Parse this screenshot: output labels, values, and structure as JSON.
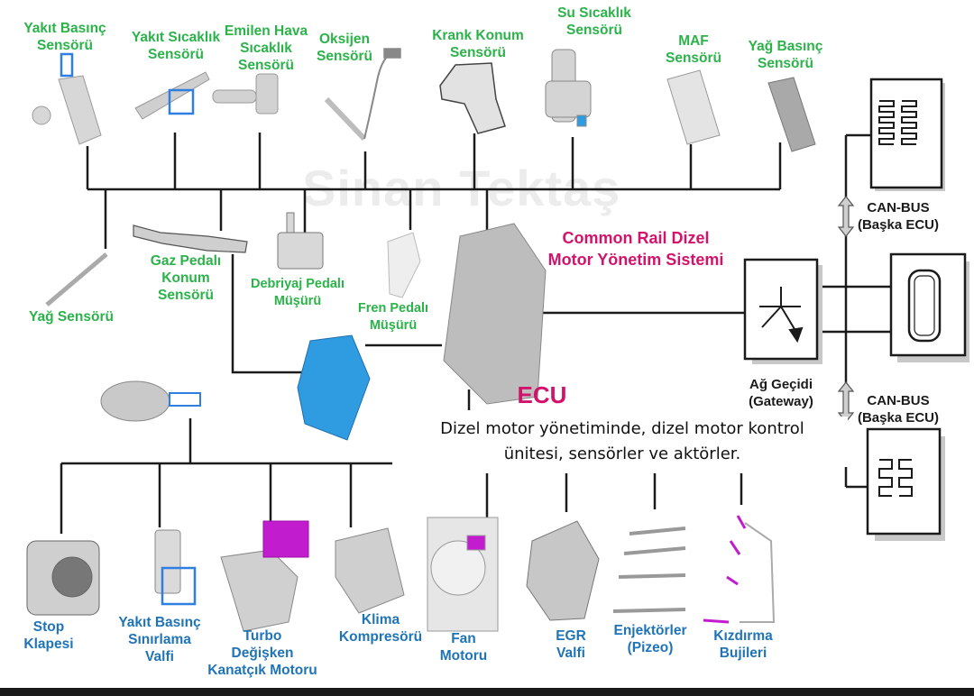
{
  "diagram": {
    "title": "Common Rail Dizel\nMotor Yönetim Sistemi",
    "watermark": "Sinan Tektaş",
    "ecu_label": "ECU",
    "caption": "Dizel motor yönetiminde, dizel motor kontrol\nünitesi, sensörler ve aktörler.",
    "colors": {
      "sensor_text": "#2bb34a",
      "actuator_text": "#1f74b8",
      "title_text": "#d3136b",
      "highlight_blue": "#2f9be0",
      "highlight_magenta": "#c21ccf",
      "wire": "#1b1b1b"
    },
    "sensors_top": [
      {
        "label": "Yakıt Basınç\nSensörü"
      },
      {
        "label": "Yakıt Sıcaklık\nSensörü"
      },
      {
        "label": "Emilen Hava\nSıcaklık\nSensörü"
      },
      {
        "label": "Oksijen\nSensörü"
      },
      {
        "label": "Krank Konum\nSensörü"
      },
      {
        "label": "Su Sıcaklık\nSensörü"
      },
      {
        "label": "MAF\nSensörü"
      },
      {
        "label": "Yağ Basınç\nSensörü"
      }
    ],
    "sensors_middle": [
      {
        "label": "Yağ Sensörü"
      },
      {
        "label": "Gaz Pedalı\nKonum\nSensörü"
      },
      {
        "label": "Debriyaj Pedalı\nMüşürü"
      },
      {
        "label": "Fren Pedalı\nMüşürü"
      }
    ],
    "actuators_bottom": [
      {
        "label": "Stop\nKlapesi"
      },
      {
        "label": "Yakıt Basınç\nSınırlama\nValfi"
      },
      {
        "label": "Turbo\nDeğişken\nKanatçık Motoru"
      },
      {
        "label": "Klima\nKompresörü"
      },
      {
        "label": "Fan\nMotoru"
      },
      {
        "label": "EGR\nValfi"
      },
      {
        "label": "Enjektörler\n(Pizeo)"
      },
      {
        "label": "Kızdırma\nBujileri"
      }
    ],
    "network": {
      "gateway_label": "Ağ Geçidi\n(Gateway)",
      "canbus_top_label": "CAN-BUS\n(Başka ECU)",
      "canbus_bottom_label": "CAN-BUS\n(Başka ECU)"
    }
  }
}
